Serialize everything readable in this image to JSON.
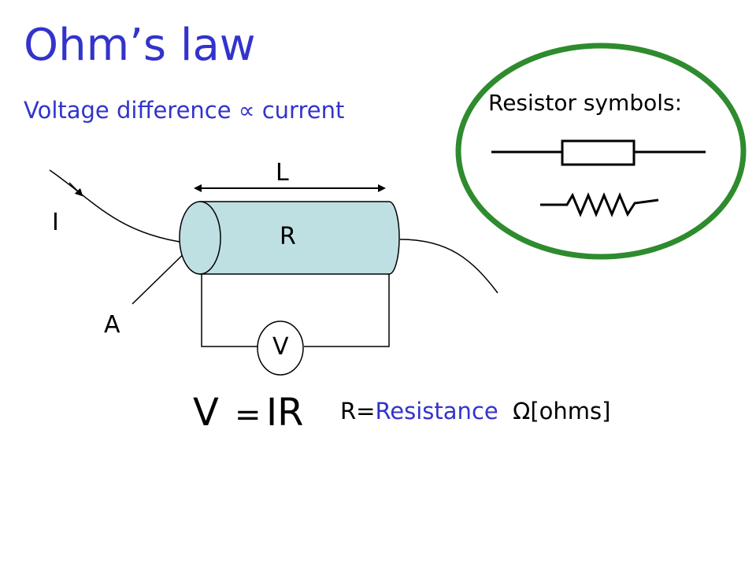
{
  "title": "Ohm’s law",
  "subtitle": {
    "text": "Voltage difference ∝ current"
  },
  "diagram": {
    "label_length": "L",
    "label_resistance": "R",
    "label_current": "I",
    "label_area": "A",
    "label_voltmeter": "V"
  },
  "equation": {
    "lhs": "V",
    "operator": "=",
    "rhs": "IR"
  },
  "definition": {
    "symbol": "R=",
    "term": "Resistance",
    "unit": "Ω[ohms]"
  },
  "resistor_panel": {
    "title": "Resistor symbols:"
  },
  "colors": {
    "heading": "#3333cc",
    "cylinder_fill": "#bfe0e3",
    "ellipse_border": "#2e8b2e"
  }
}
